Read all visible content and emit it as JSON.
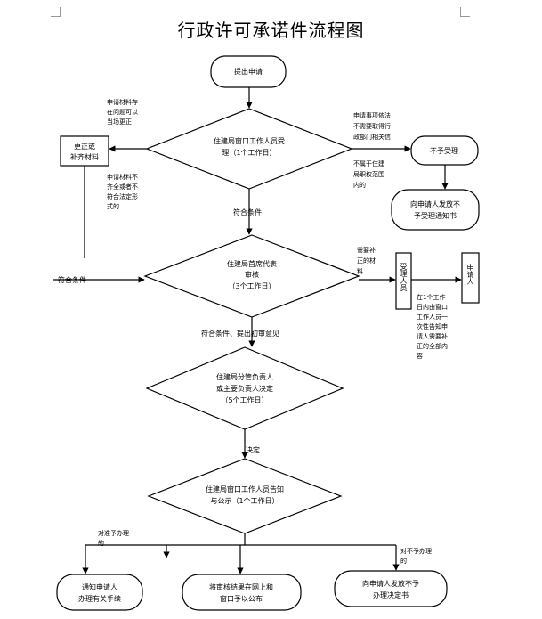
{
  "title": "行政许可承诺件流程图",
  "nodes": {
    "start": "提出申请",
    "d1": [
      "住建局窗口工作人员受",
      "理（1个工作日）"
    ],
    "correct": [
      "更正或",
      "补齐材料"
    ],
    "reject": "不予受理",
    "reject_notice": [
      "向申请人发放不",
      "予受理通知书"
    ],
    "d2": [
      "住建局首席代表",
      "审核",
      "（3个工作日）"
    ],
    "acceptor": "受理人员",
    "applicant": "申请人",
    "d3": [
      "住建局分管负责人",
      "或主要负责人决定",
      "（5个工作日）"
    ],
    "d4": [
      "住建局窗口工作人员告知",
      "与公示（1个工作日）"
    ],
    "end1": [
      "通知申请人",
      "办理有关手续"
    ],
    "end2": [
      "将审核结果在网上和",
      "窗口予以公布"
    ],
    "end3": [
      "向申请人发放不予",
      "办理决定书"
    ]
  },
  "labels": {
    "correctable": [
      "申请材料存",
      "在问题可以",
      "当场更正"
    ],
    "incomplete": [
      "申请材料不",
      "齐全或者不",
      "符合法定形",
      "式的"
    ],
    "not_need": [
      "申请事项依法",
      "不需要取得行",
      "政部门相关信"
    ],
    "not_scope": [
      "不属于住建",
      "局职权范围",
      "内的"
    ],
    "meets1": "符合条件",
    "meets_left": "符合条件",
    "need_supplement": [
      "需要补",
      "正的材",
      "料"
    ],
    "within_day": [
      "在1个工作",
      "日内由窗口",
      "工作人员一",
      "次性告知申",
      "请人需要补",
      "正的全部内",
      "容"
    ],
    "meets_opinion": "符合条件、提出初审意见",
    "decision": "决定",
    "approve": [
      "对准予办理",
      "的"
    ],
    "deny": [
      "对不予办理",
      "的"
    ]
  }
}
